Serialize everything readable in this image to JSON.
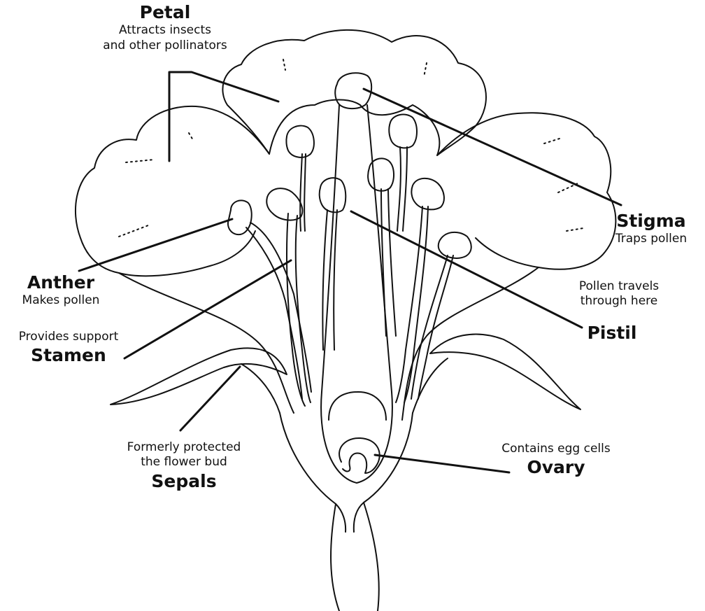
{
  "colors": {
    "ink": "#111111",
    "background": "#ffffff"
  },
  "labels": {
    "petal": {
      "name": "Petal",
      "desc": "Attracts insects\nand other pollinators"
    },
    "stigma": {
      "name": "Stigma",
      "desc": "Traps pollen"
    },
    "anther": {
      "name": "Anther",
      "desc": "Makes pollen"
    },
    "pollen_path": {
      "desc": "Pollen travels\nthrough here"
    },
    "pistil": {
      "name": "Pistil"
    },
    "stamen": {
      "name": "Stamen",
      "desc": "Provides support"
    },
    "sepals": {
      "name": "Sepals",
      "desc": "Formerly protected\nthe flower bud"
    },
    "ovary": {
      "name": "Ovary",
      "desc": "Contains egg cells"
    }
  }
}
